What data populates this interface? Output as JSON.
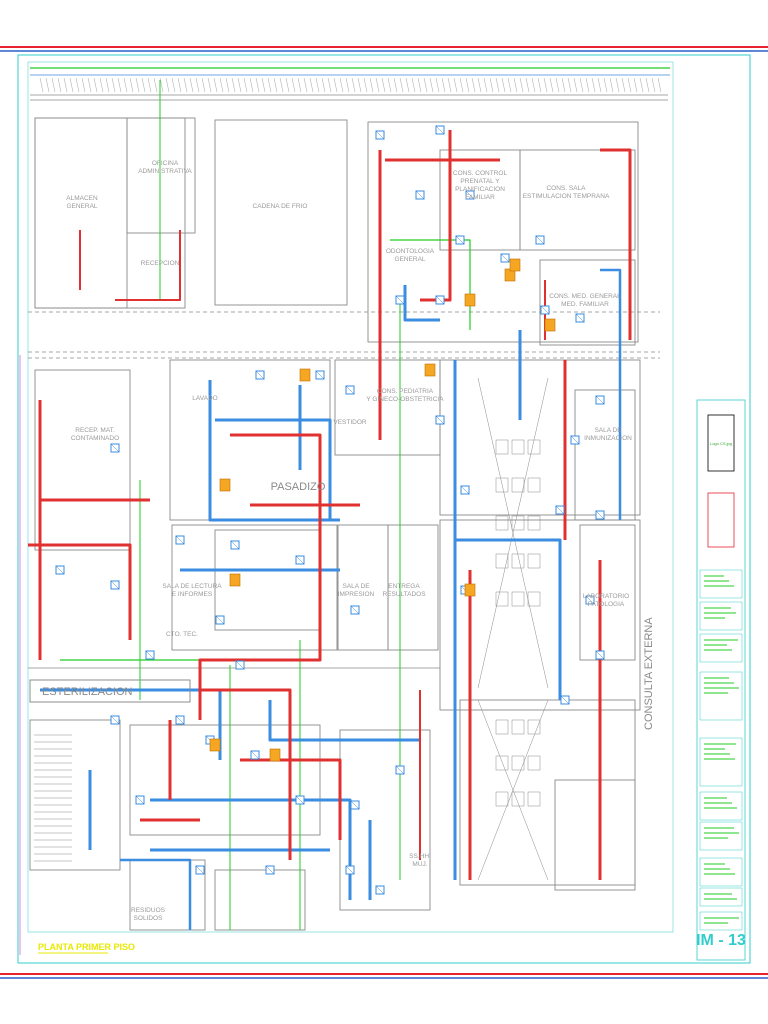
{
  "plan": {
    "title": "PLANTA PRIMER PISO",
    "rooms": [
      {
        "id": "almacen",
        "lines": [
          "ALMACEN",
          "GENERAL"
        ]
      },
      {
        "id": "oficina",
        "lines": [
          "OFICINA",
          "ADMINISTRATIVA"
        ]
      },
      {
        "id": "recepcion",
        "lines": [
          "RECEPCION"
        ]
      },
      {
        "id": "cadena",
        "lines": [
          "CADENA DE FRIO"
        ]
      },
      {
        "id": "control",
        "lines": [
          "CONS. CONTROL",
          "PRENATAL Y",
          "PLANIFICACION",
          "FAMILIAR"
        ]
      },
      {
        "id": "estimulacion",
        "lines": [
          "CONS. SALA",
          "ESTIMULACION TEMPRANA"
        ]
      },
      {
        "id": "odontologia",
        "lines": [
          "ODONTOLOGIA",
          "GENERAL"
        ]
      },
      {
        "id": "medfam",
        "lines": [
          "CONS. MED. GENERAL",
          "MED. FAMILIAR"
        ]
      },
      {
        "id": "recep-mat",
        "lines": [
          "RECEP. MAT.",
          "CONTAMINADO"
        ]
      },
      {
        "id": "lavado",
        "lines": [
          "LAVADO"
        ]
      },
      {
        "id": "cons-ped",
        "lines": [
          "CONS. PEDIATRIA",
          "Y GINECO-OBSTETRICIA"
        ]
      },
      {
        "id": "vestidor",
        "lines": [
          "VESTIDOR"
        ]
      },
      {
        "id": "pasadizo",
        "lines": [
          "PASADIZO"
        ]
      },
      {
        "id": "inmunizacion",
        "lines": [
          "SALA DE",
          "INMUNIZACION"
        ]
      },
      {
        "id": "lectura",
        "lines": [
          "SALA DE LECTURA",
          "E INFORMES"
        ]
      },
      {
        "id": "impresion",
        "lines": [
          "SALA DE",
          "IMPRESION"
        ]
      },
      {
        "id": "entrega",
        "lines": [
          "ENTREGA",
          "RESULTADOS"
        ]
      },
      {
        "id": "laboratorio",
        "lines": [
          "LABORATORIO",
          "PATOLOGIA"
        ]
      },
      {
        "id": "cto-tec",
        "lines": [
          "CTO. TEC."
        ]
      },
      {
        "id": "esterilizacion",
        "lines": [
          "ESTERILIZACION"
        ]
      },
      {
        "id": "residuos",
        "lines": [
          "RESIDUOS",
          "SOLIDOS"
        ]
      },
      {
        "id": "ss-hh",
        "lines": [
          "SS.HH.",
          "MUJ."
        ]
      }
    ],
    "vertical_label": "CONSULTA EXTERNA"
  },
  "title_block": {
    "image_placeholder": "Logo CS.jpg",
    "sheet_number": "IM - 13"
  },
  "colors": {
    "border_red": "#e8232e",
    "border_blue": "#2f5ec8",
    "frame_cyan": "#33cccc",
    "wall": "#8a8a8a",
    "duct_blue": "#3a8de0",
    "duct_red": "#e03030",
    "pipe_green": "#22cc22",
    "accent_yellow": "#e8e800"
  }
}
